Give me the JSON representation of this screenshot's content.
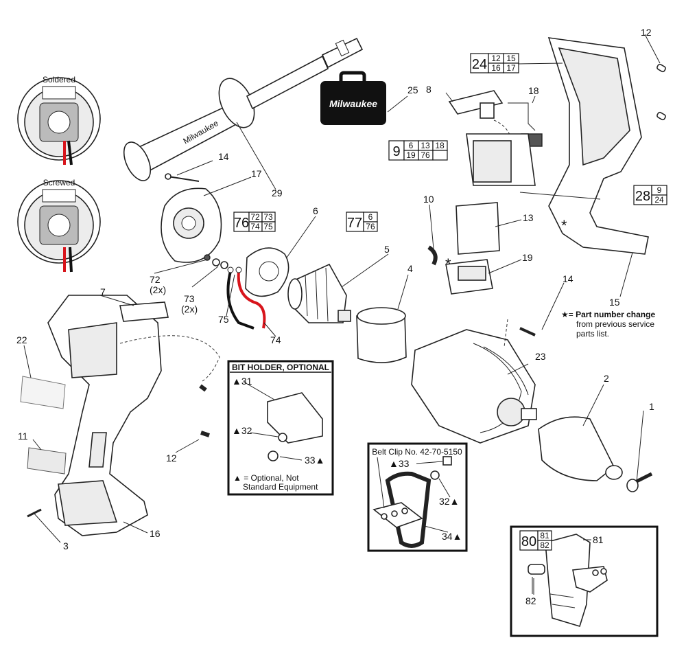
{
  "brand": {
    "case_logo_text": "Milwaukee",
    "handle_logo_text": "Milwaukee",
    "red": "#d8151c"
  },
  "insets": {
    "soldered": "Soldered",
    "screwed": "Screwed"
  },
  "callouts": {
    "n1": "1",
    "n2": "2",
    "n3": "3",
    "n4": "4",
    "n5": "5",
    "n6": "6",
    "n7": "7",
    "n8": "8",
    "n10": "10",
    "n11": "11",
    "n12a": "12",
    "n12b": "12",
    "n13": "13",
    "n14a": "14",
    "n14b": "14",
    "n15": "15",
    "n16": "16",
    "n17": "17",
    "n18": "18",
    "n19": "19",
    "n22": "22",
    "n23": "23",
    "n25": "25",
    "n29": "29",
    "n72": "72",
    "n72x": "(2x)",
    "n73": "73",
    "n73x": "(2x)",
    "n74": "74",
    "n75": "75",
    "n81": "81",
    "n82": "82"
  },
  "kits": {
    "k24": {
      "main": "24",
      "subs": [
        "12",
        "15",
        "16",
        "17"
      ]
    },
    "k9": {
      "main": "9",
      "subs": [
        "6",
        "13",
        "18",
        "19",
        "76",
        ""
      ]
    },
    "k28": {
      "main": "28",
      "subs": [
        "9",
        "24"
      ]
    },
    "k76": {
      "main": "76",
      "subs": [
        "72",
        "73",
        "74",
        "75"
      ]
    },
    "k77": {
      "main": "77",
      "subs": [
        "6",
        "76"
      ]
    },
    "k80": {
      "main": "80",
      "subs": [
        "81",
        "82"
      ]
    }
  },
  "bit_holder": {
    "title": "BIT HOLDER, OPTIONAL",
    "p31": "▲31",
    "p32": "▲32",
    "p33": "33▲",
    "legend_line1": "▲ = Optional, Not",
    "legend_line2": "Standard Equipment"
  },
  "belt_clip": {
    "title": "Belt Clip No. 42-70-5150",
    "p33": "▲33",
    "p32": "32▲",
    "p34": "34▲"
  },
  "note": {
    "star": "★",
    "prefix": "★= ",
    "bold": "Part number change",
    "line2": "from previous service",
    "line3": "parts list."
  },
  "markers": {
    "star_a": "*",
    "star_b": "*"
  }
}
